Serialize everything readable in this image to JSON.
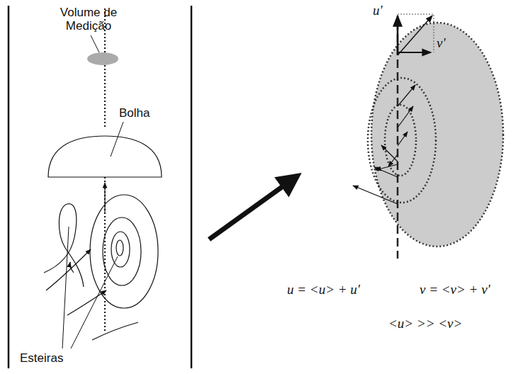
{
  "diagram": {
    "nodes": [
      {
        "text": [
          "Bolha"
        ]
      }
    ],
    "labels": [
      "Volume de Medição",
      "Esteiras",
      "u'",
      "v'",
      "u = <u> + u'",
      "v = <v> + v'",
      "<u> >> <v>"
    ]
  }
}
